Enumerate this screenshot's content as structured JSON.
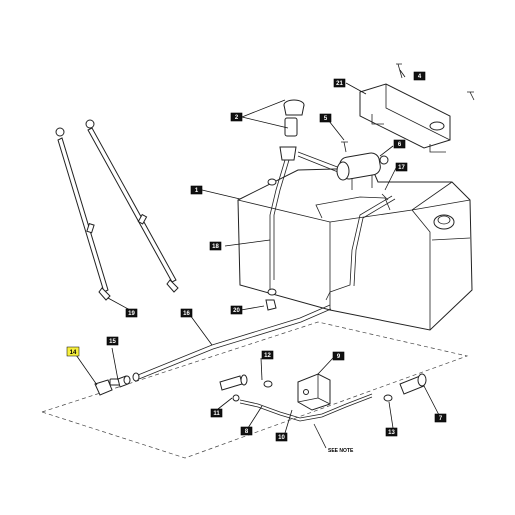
{
  "callouts": [
    {
      "id": "c1",
      "label": "1"
    },
    {
      "id": "c2",
      "label": "2"
    },
    {
      "id": "c4",
      "label": "4"
    },
    {
      "id": "c5",
      "label": "5"
    },
    {
      "id": "c6",
      "label": "6"
    },
    {
      "id": "c7",
      "label": "7"
    },
    {
      "id": "c8",
      "label": "8"
    },
    {
      "id": "c9",
      "label": "9"
    },
    {
      "id": "c10",
      "label": "10"
    },
    {
      "id": "c11",
      "label": "11"
    },
    {
      "id": "c12",
      "label": "12"
    },
    {
      "id": "c13",
      "label": "13"
    },
    {
      "id": "c14",
      "label": "14",
      "highlighted": true
    },
    {
      "id": "c15",
      "label": "15"
    },
    {
      "id": "c16",
      "label": "16"
    },
    {
      "id": "c17",
      "label": "17"
    },
    {
      "id": "c18",
      "label": "18"
    },
    {
      "id": "c19",
      "label": "19"
    },
    {
      "id": "c20",
      "label": "20"
    },
    {
      "id": "c21",
      "label": "21"
    }
  ],
  "note_text": "SEE NOTE",
  "colors": {
    "callout_fill": "#111111",
    "highlight_fill": "#f7ef3c",
    "line": "#222222"
  }
}
